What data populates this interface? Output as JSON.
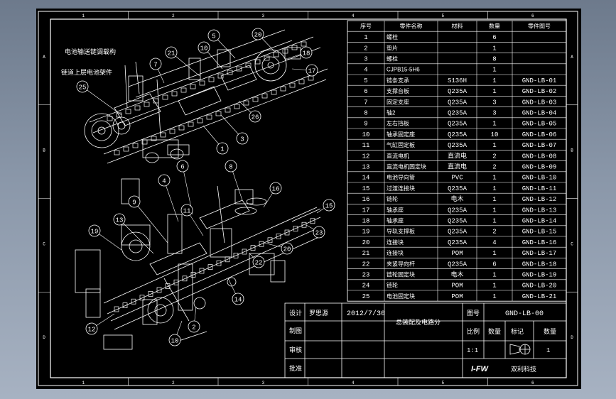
{
  "zones": {
    "top": [
      "1",
      "2",
      "3",
      "4",
      "5",
      "6"
    ],
    "side": [
      "A",
      "B",
      "C",
      "D"
    ]
  },
  "notes": [
    "电池输送链调载构",
    "链道上层电池架件"
  ],
  "callouts": {
    "upper": [
      "21",
      "10",
      "5",
      "20",
      "18",
      "7",
      "17",
      "25",
      "26",
      "3",
      "1"
    ],
    "lower": [
      "6",
      "8",
      "4",
      "16",
      "11",
      "9",
      "15",
      "13",
      "23",
      "19",
      "20",
      "22",
      "14",
      "12",
      "2",
      "10"
    ]
  },
  "bom": {
    "headers": [
      "序号",
      "零件名称",
      "材料",
      "数量",
      "零件图号"
    ],
    "rows": [
      [
        "1",
        "螺栓",
        "",
        "6",
        ""
      ],
      [
        "2",
        "垫片",
        "",
        "1",
        ""
      ],
      [
        "3",
        "螺栓",
        "",
        "8",
        ""
      ],
      [
        "4",
        "CJPB15-5H6",
        "",
        "1",
        ""
      ],
      [
        "5",
        "链条支承",
        "S136H",
        "1",
        "GND-LB-01"
      ],
      [
        "6",
        "支撑台板",
        "Q235A",
        "1",
        "GND-LB-02"
      ],
      [
        "7",
        "固定支座",
        "Q235A",
        "3",
        "GND-LB-03"
      ],
      [
        "8",
        "轴2",
        "Q235A",
        "3",
        "GND-LB-04"
      ],
      [
        "9",
        "左右挡板",
        "Q235A",
        "1",
        "GND-LB-05"
      ],
      [
        "10",
        "轴承固定座",
        "Q235A",
        "10",
        "GND-LB-06"
      ],
      [
        "11",
        "气缸固定板",
        "Q235A",
        "1",
        "GND-LB-07"
      ],
      [
        "12",
        "直流电机",
        "直流电",
        "2",
        "GND-LB-08"
      ],
      [
        "13",
        "直流电机固定块",
        "直流电",
        "2",
        "GND-LB-09"
      ],
      [
        "14",
        "电池导向管",
        "PVC",
        "1",
        "GND-LB-10"
      ],
      [
        "15",
        "过渡连接块",
        "Q235A",
        "1",
        "GND-LB-11"
      ],
      [
        "16",
        "链轮",
        "电木",
        "1",
        "GND-LB-12"
      ],
      [
        "17",
        "轴承座",
        "Q235A",
        "1",
        "GND-LB-13"
      ],
      [
        "18",
        "轴承座",
        "Q235A",
        "1",
        "GND-LB-14"
      ],
      [
        "19",
        "导轨支撑板",
        "Q235A",
        "2",
        "GND-LB-15"
      ],
      [
        "20",
        "连接块",
        "Q235A",
        "4",
        "GND-LB-16"
      ],
      [
        "21",
        "连接块",
        "POM",
        "1",
        "GND-LB-17"
      ],
      [
        "22",
        "夹紧导向杆",
        "Q235A",
        "6",
        "GND-LB-18"
      ],
      [
        "23",
        "链轮固定块",
        "电木",
        "1",
        "GND-LB-19"
      ],
      [
        "24",
        "链轮",
        "POM",
        "1",
        "GND-LB-20"
      ],
      [
        "25",
        "电池固定块",
        "POM",
        "1",
        "GND-LB-21"
      ]
    ]
  },
  "title_block": {
    "row1": [
      "设计",
      "罗思源",
      "2012/7/30"
    ],
    "labels": [
      "制图",
      "审核",
      "批准"
    ],
    "drawing_name": "总装配及电路分",
    "drawing_no_label": "图号",
    "drawing_no": "GND-LB-00",
    "sub_headers": [
      "比例",
      "数量",
      "标记",
      "数量"
    ],
    "scale": "1:1",
    "qty": "1",
    "logo": "I-FW",
    "company": "双利科技"
  }
}
